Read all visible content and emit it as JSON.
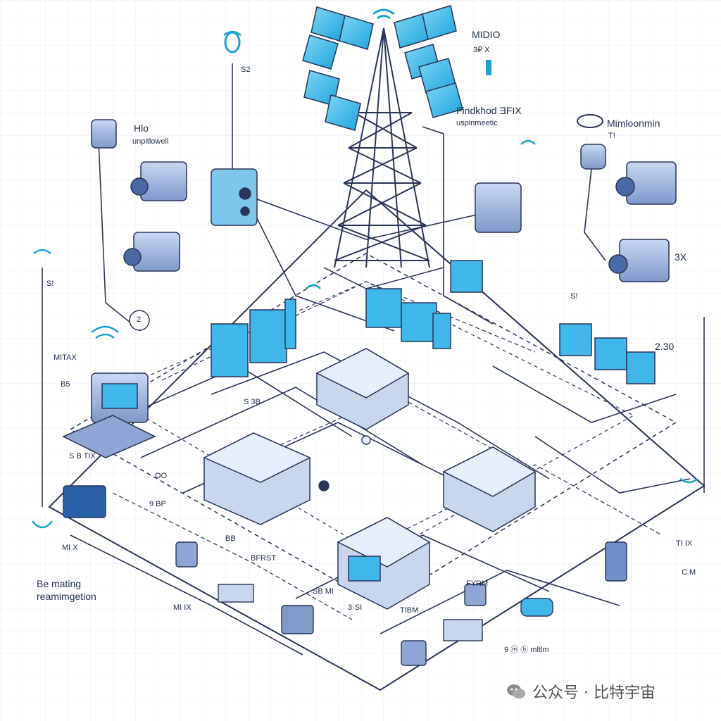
{
  "labels": {
    "midio": "MIDIO",
    "three_x_top": "3₽ X",
    "s2": "S2",
    "hlo": "Hlo",
    "hlo_sub": "unpitlowell",
    "findkhod": "Findkhod ƎFIX",
    "findkhod_sub": "uspinmeetic",
    "mimloonmin": "Mimloonmin",
    "mimloonmin_sub": "T!",
    "s1": "S!",
    "three_x_right": "3X",
    "two": "2",
    "mitax": "MITAX",
    "b5": "B5",
    "sb_tix": "S B TIX",
    "s_ab": "S 3B",
    "s_1": "S!",
    "two_thirty": "2.30",
    "oo": "OO",
    "nine_bp": "9 BP",
    "bb": "BB",
    "mi_x": "MI X",
    "be_mating": "Be mating",
    "reamingetion": "reamimgetion",
    "bfrst": "BFRST",
    "mi_bottom_left": "MI IX",
    "fyrm": "FYRM",
    "sb_mid": "SB MI",
    "three_bi": "3·SI",
    "tibm": "TIBM",
    "c_m": "C M",
    "mltlm": "9 ⓜ ⓑ mltlm",
    "right_bottom": "TI IX"
  },
  "watermark": {
    "text": "公众号 · 比特宇宙",
    "icon": "wechat-icon"
  },
  "colors": {
    "line": "#2a3558",
    "panel": "#3fb7ea",
    "device": "#6f8fc9",
    "device_dark": "#33476f",
    "accent": "#1aa3d6"
  }
}
